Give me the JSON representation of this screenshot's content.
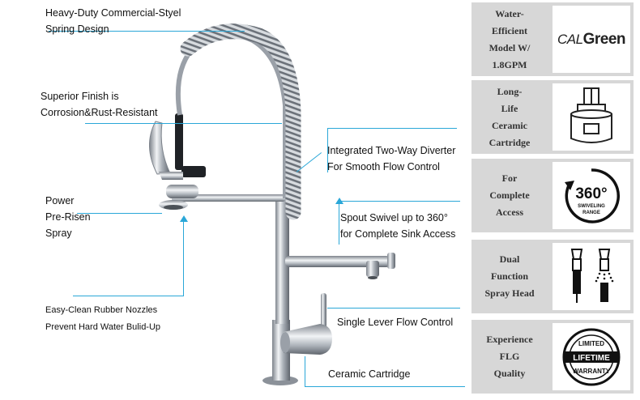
{
  "callouts": {
    "spring_design": [
      "Heavy-Duty Commercial-Styel",
      "Spring Design"
    ],
    "superior_finish": [
      "Superior Finish is",
      "Corrosion&Rust-Resistant"
    ],
    "diverter": [
      "Integrated Two-Way Diverter",
      "For Smooth Flow Control"
    ],
    "power_spray": [
      "Power",
      "Pre-Risen",
      "Spray"
    ],
    "spout_swivel": [
      "Spout Swivel up to 360°",
      "for Complete Sink Access"
    ],
    "rubber_nozzles": [
      "Easy-Clean Rubber Nozzles",
      "Prevent Hard Water Bulid-Up"
    ],
    "single_lever": "Single Lever Flow Control",
    "ceramic_cartridge": "Ceramic Cartridge"
  },
  "features": [
    {
      "lines": [
        "Water-",
        "Efficient",
        "Model W/",
        "1.8GPM"
      ],
      "icon": "calgreen-logo",
      "logo_cal": "CAL",
      "logo_green": "Green"
    },
    {
      "lines": [
        "Long-",
        "Life",
        "Ceramic",
        "Cartridge"
      ],
      "icon": "ceramic-cartridge-icon"
    },
    {
      "lines": [
        "For",
        "Complete",
        "Access"
      ],
      "icon": "swivel-360-icon",
      "badge_number": "360°",
      "badge_sub1": "SWIVELING",
      "badge_sub2": "RANGE"
    },
    {
      "lines": [
        "Dual",
        "Function",
        "Spray Head"
      ],
      "icon": "dual-spray-head-icon"
    },
    {
      "lines": [
        "Experience",
        "FLG",
        "Quality"
      ],
      "icon": "lifetime-warranty-seal",
      "seal_top": "LIMITED",
      "seal_mid": "LIFETIME",
      "seal_bottom": "WARRANTY"
    }
  ],
  "colors": {
    "callout_line": "#2aa7d8",
    "feature_panel": "#d7d7d7",
    "chrome": "#b8bcc2"
  }
}
